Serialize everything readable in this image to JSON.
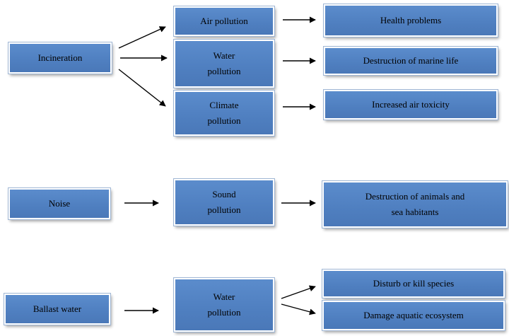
{
  "nodes": {
    "incineration": "Incineration",
    "air_pollution": "Air pollution",
    "water_pollution_1": "Water\npollution",
    "climate_pollution": "Climate\npollution",
    "health_problems": "Health problems",
    "marine_life": "Destruction of marine life",
    "air_toxicity": "Increased air toxicity",
    "noise": "Noise",
    "sound_pollution": "Sound\npollution",
    "animals_habitants": "Destruction of animals and\nsea habitants",
    "ballast_water": "Ballast water",
    "water_pollution_2": "Water\npollution",
    "disturb_species": "Disturb or kill species",
    "damage_ecosystem": "Damage aquatic ecosystem"
  },
  "colors": {
    "box_fill": "#4f7fc0",
    "box_border": "#ffffff",
    "arrow": "#000000"
  }
}
